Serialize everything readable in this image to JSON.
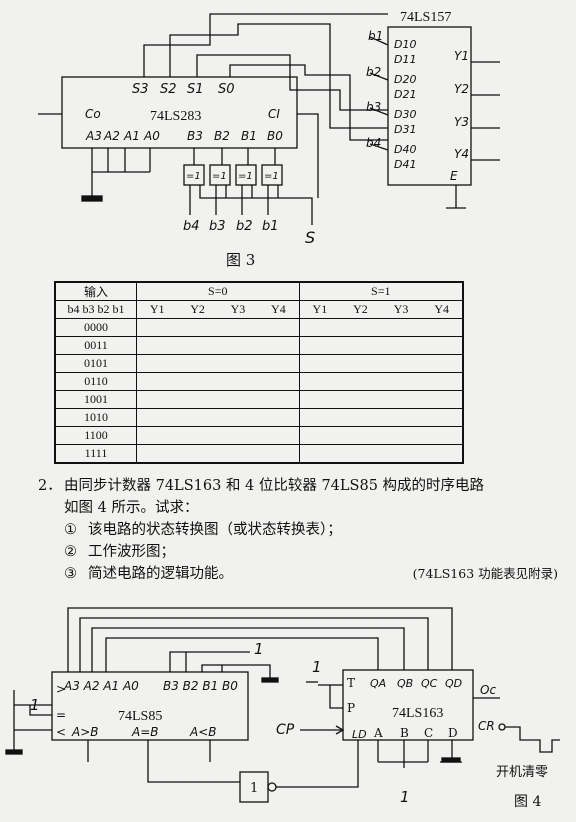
{
  "figure3": {
    "caption": "图 3",
    "adder": {
      "name": "74LS283",
      "sum_pins": [
        "S3",
        "S2",
        "S1",
        "S0"
      ],
      "carry_out": "Co",
      "carry_in": "CI",
      "a_pins": [
        "A3",
        "A2",
        "A1",
        "A0"
      ],
      "b_pins": [
        "B3",
        "B2",
        "B1",
        "B0"
      ]
    },
    "mux": {
      "name": "74LS157",
      "inputs": [
        "D10",
        "D11",
        "D20",
        "D21",
        "D30",
        "D31",
        "D40",
        "D41"
      ],
      "outputs": [
        "Y1",
        "Y2",
        "Y3",
        "Y4"
      ],
      "enable": "E"
    },
    "xor_gate_label": "=1",
    "side_labels": [
      "b1",
      "b2",
      "b3",
      "b4"
    ],
    "bottom_labels": [
      "b4",
      "b3",
      "b2",
      "b1"
    ],
    "select_label": "S"
  },
  "truth_table": {
    "input_header": "输入",
    "input_bits_header": "b4 b3 b2 b1",
    "group_headers": [
      "S=0",
      "S=1"
    ],
    "y_headers": [
      "Y1",
      "Y2",
      "Y3",
      "Y4"
    ],
    "rows": [
      "0000",
      "0011",
      "0101",
      "0110",
      "1001",
      "1010",
      "1100",
      "1111"
    ]
  },
  "question": {
    "number": "2．",
    "line1": "由同步计数器 74LS163 和 4 位比较器 74LS85 构成的时序电路",
    "line2": "如图 4 所示。试求：",
    "items": [
      {
        "mark": "①",
        "text": "该电路的状态转换图（或状态转换表）；"
      },
      {
        "mark": "②",
        "text": "工作波形图；"
      },
      {
        "mark": "③",
        "text": "简述电路的逻辑功能。"
      }
    ],
    "note": "(74LS163 功能表见附录)"
  },
  "figure4": {
    "caption": "图 4",
    "comparator": {
      "name": "74LS85",
      "a_pins": "A3 A2 A1 A0",
      "b_pins": "B3 B2 B1 B0",
      "inputs": [
        ">",
        "=",
        "<"
      ],
      "outputs": [
        "A>B",
        "A=B",
        "A<B"
      ]
    },
    "counter": {
      "name": "74LS163",
      "pins_left": [
        "T",
        "P",
        "LD"
      ],
      "pins_top": [
        "QA",
        "QB",
        "QC",
        "QD"
      ],
      "pins_bottom": [
        "A",
        "B",
        "C",
        "D"
      ],
      "pins_right": [
        "Oc",
        "CR"
      ]
    },
    "labels": {
      "one": "1",
      "cp": "CP",
      "reset": "开机清零",
      "gate": "1"
    }
  }
}
